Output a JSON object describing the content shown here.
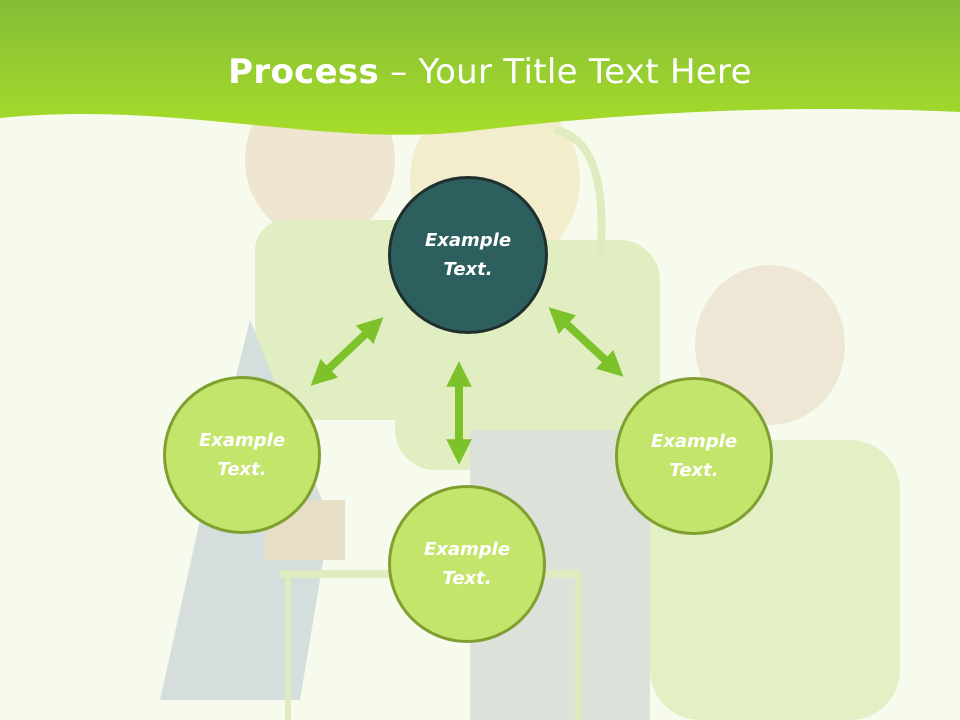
{
  "slide": {
    "title_bold": "Process",
    "title_rest": " – Your Title Text Here"
  },
  "diagram": {
    "nodes": [
      {
        "id": "top",
        "label": "Example Text."
      },
      {
        "id": "left",
        "label": "Example Text."
      },
      {
        "id": "bottom",
        "label": "Example Text."
      },
      {
        "id": "right",
        "label": "Example Text."
      }
    ]
  },
  "colors": {
    "header_green": "#8cc63e",
    "header_light": "#a7de2c",
    "arrow_green": "#7dc12b",
    "node_dark": "#2e5f5f",
    "node_light": "#c4e56c"
  },
  "icons": {
    "background": "children-photo-illustration"
  }
}
